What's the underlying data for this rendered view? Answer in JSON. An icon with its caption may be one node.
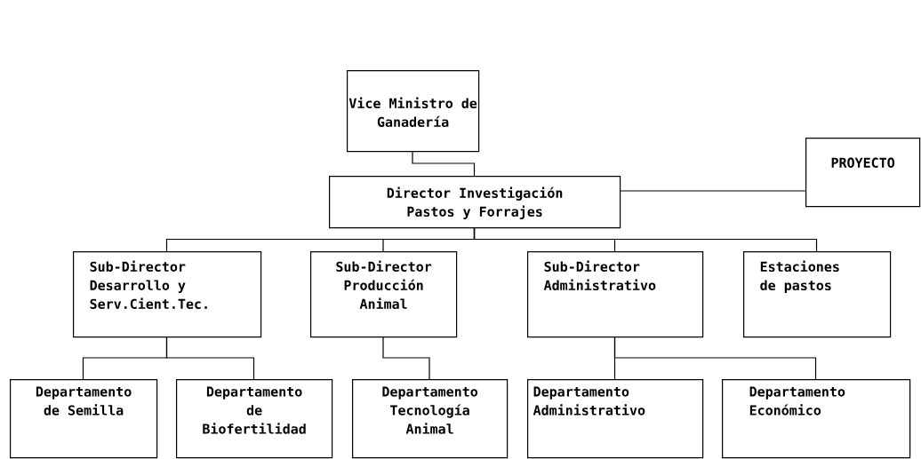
{
  "diagram": {
    "nodes": [
      {
        "text": [
          "Vice Ministro de Ganadería"
        ]
      },
      {
        "text": [
          "Director Investigación Pastos y Forrajes"
        ]
      },
      {
        "text": [
          "PROYECTO"
        ]
      },
      {
        "text": [
          "Sub-Director Desarrollo y Serv.Cient.Tec."
        ]
      },
      {
        "text": [
          "Sub-Director Producción Animal"
        ]
      },
      {
        "text": [
          "Sub-Director Administrativo"
        ]
      },
      {
        "text": [
          "Estaciones de pastos"
        ]
      },
      {
        "text": [
          "Departamento de Semilla"
        ]
      },
      {
        "text": [
          "Departamento de Biofertilidad"
        ]
      },
      {
        "text": [
          "Departamento Tecnología Animal"
        ]
      },
      {
        "text": [
          "Departamento Administrativo"
        ]
      },
      {
        "text": [
          "Departamento Económico"
        ]
      }
    ],
    "edges": [
      {
        "from": 0,
        "to": 1,
        "arrow": "none"
      },
      {
        "from": 1,
        "to": 2,
        "arrow": "none"
      },
      {
        "from": 1,
        "to": 3,
        "arrow": "none"
      },
      {
        "from": 1,
        "to": 4,
        "arrow": "none"
      },
      {
        "from": 1,
        "to": 5,
        "arrow": "none"
      },
      {
        "from": 1,
        "to": 6,
        "arrow": "none"
      },
      {
        "from": 3,
        "to": 7,
        "arrow": "none"
      },
      {
        "from": 3,
        "to": 8,
        "arrow": "none"
      },
      {
        "from": 4,
        "to": 9,
        "arrow": "none"
      },
      {
        "from": 5,
        "to": 10,
        "arrow": "none"
      },
      {
        "from": 5,
        "to": 11,
        "arrow": "none"
      }
    ]
  }
}
